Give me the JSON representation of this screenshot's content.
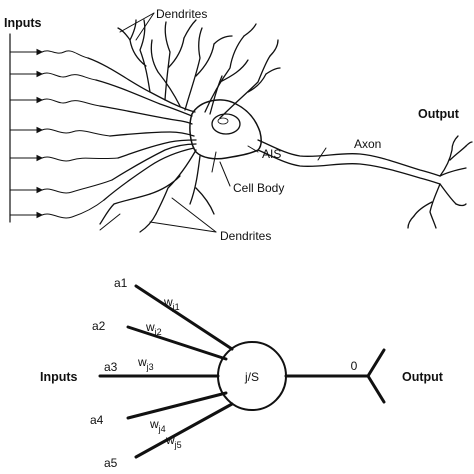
{
  "neuron": {
    "inputs_label": "Inputs",
    "dendrites_top_label": "Dendrites",
    "dendrites_bottom_label": "Dendrites",
    "output_label": "Output",
    "axon_label": "Axon",
    "ais_label": "AIS",
    "cell_body_label": "Cell Body"
  },
  "perceptron": {
    "inputs_label": "Inputs",
    "output_label": "Output",
    "node_label": "j/S",
    "output_value": "0",
    "inputs": [
      {
        "name": "a1",
        "weight": "w",
        "weight_sub": "j1"
      },
      {
        "name": "a2",
        "weight": "w",
        "weight_sub": "j2"
      },
      {
        "name": "a3",
        "weight": "w",
        "weight_sub": "j3"
      },
      {
        "name": "a4",
        "weight": "w",
        "weight_sub": "j4"
      },
      {
        "name": "a5",
        "weight": "w",
        "weight_sub": "j5"
      }
    ]
  }
}
